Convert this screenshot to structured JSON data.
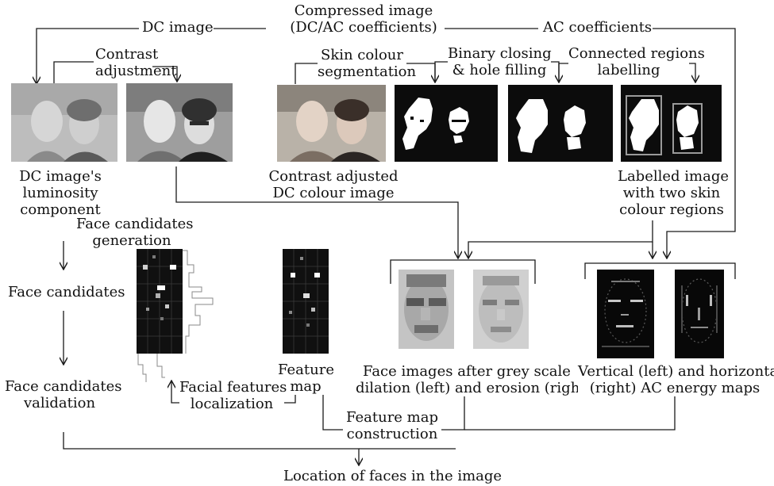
{
  "labels": {
    "dc_image": "DC image",
    "compressed_l1": "Compressed image",
    "compressed_l2": "(DC/AC coefficients)",
    "ac_coefficients": "AC coefficients",
    "contrast_l1": "Contrast",
    "contrast_l2": "adjustment",
    "skin_l1": "Skin colour",
    "skin_l2": "segmentation",
    "binary_l1": "Binary closing",
    "binary_l2": "& hole filling",
    "connected_l1": "Connected regions",
    "connected_l2": "labelling",
    "dc_lum_l1": "DC image's",
    "dc_lum_l2": "luminosity",
    "dc_lum_l3": "component",
    "contrast_adj_l1": "Contrast adjusted",
    "contrast_adj_l2": "DC colour image",
    "labelled_l1": "Labelled image",
    "labelled_l2": "with two skin",
    "labelled_l3": "colour regions",
    "fcgen_l1": "Face candidates",
    "fcgen_l2": "generation",
    "face_candidates": "Face candidates",
    "fcval_l1": "Face candidates",
    "fcval_l2": "validation",
    "feature_map_l1": "Feature",
    "feature_map_l2": "map",
    "grey_l1": "Face images after grey scale",
    "grey_l2": "dilation (left) and erosion (right)",
    "ac_l1": "Vertical (left) and horizontal",
    "ac_l2": "(right) AC energy maps",
    "facial_l1": "Facial features",
    "facial_l2": "localization",
    "fmc_l1": "Feature map",
    "fmc_l2": "construction",
    "location": "Location of faces in the image"
  },
  "colors": {
    "line": "#1a1a1a",
    "mask_bg": "#0c0c0c",
    "mask_fg": "#ffffff",
    "region_box": "#9a9a9a",
    "photo_bg": "#c9c5c0"
  }
}
